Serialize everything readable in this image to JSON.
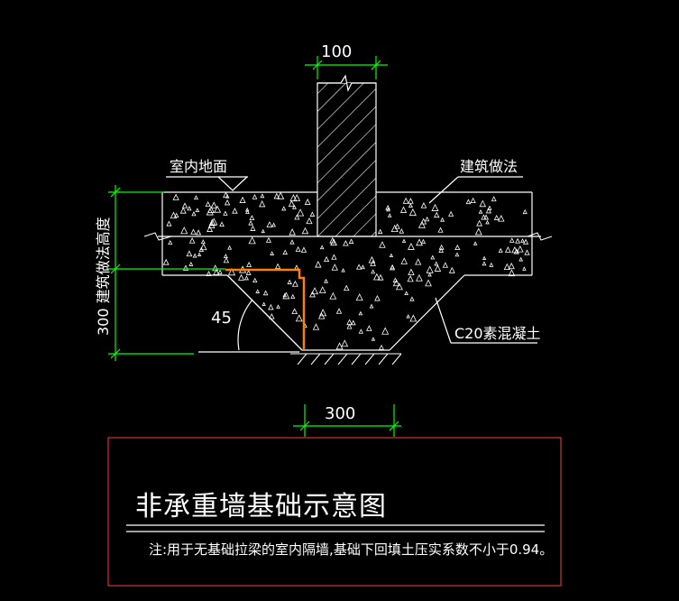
{
  "dimensions": {
    "wall_width": "100",
    "footing_width": "300",
    "height_label": "300 建筑做法高度",
    "angle": "45"
  },
  "labels": {
    "indoor_floor": "室内地面",
    "building_method": "建筑做法",
    "concrete": "C20素混凝土"
  },
  "title_block": {
    "title": "非承重墙基础示意图",
    "note": "注:用于无基础拉梁的室内隔墙,基础下回填土压实系数不小于0.94。"
  },
  "colors": {
    "background": "#000000",
    "line": "#ffffff",
    "dimension": "#00ff00",
    "highlight": "#ff7f00",
    "frame": "#ff3b3b"
  }
}
